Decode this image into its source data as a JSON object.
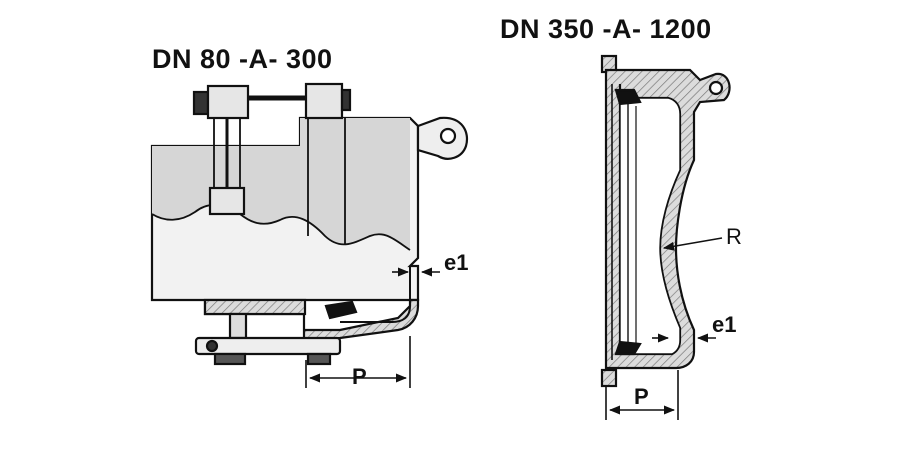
{
  "titles": {
    "left": "DN 80 -A- 300",
    "right": "DN 350 -A- 1200"
  },
  "labels": {
    "left_e1": "e1",
    "left_p": "P",
    "right_r": "R",
    "right_e1": "e1",
    "right_p": "P"
  },
  "colors": {
    "line": "#111111",
    "body_fill": "#e9e9e9",
    "body_shade": "#d2d2d2",
    "hatch": "#888888",
    "gasket": "#111111",
    "background": "#ffffff"
  }
}
